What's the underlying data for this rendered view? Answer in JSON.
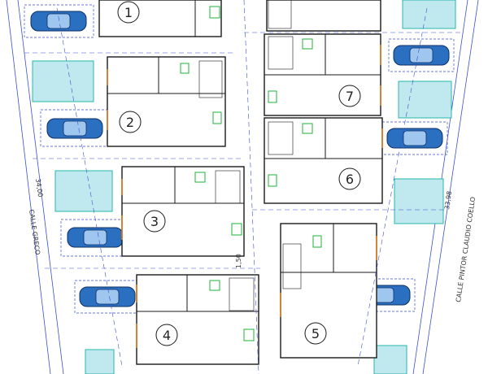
{
  "street_labels": {
    "left": "CALLE GRECO",
    "right": "CALLE PINTOR CLAUDIO COELLO"
  },
  "dimensions": {
    "left": "34,00",
    "right": "33,98",
    "center": "1,50"
  },
  "units": [
    {
      "number": "1"
    },
    {
      "number": "2"
    },
    {
      "number": "3"
    },
    {
      "number": "4"
    },
    {
      "number": "5"
    },
    {
      "number": "6"
    },
    {
      "number": "7"
    }
  ],
  "colors": {
    "wall": "#1a1a1a",
    "grid": "#3a4fd0",
    "garden": "#27b8a8",
    "pool_fill": "#bfe9ef",
    "car": "#2a6fc0",
    "fixture": "#1bb53a",
    "door": "#e07a1a",
    "floor": "#ffffff"
  }
}
